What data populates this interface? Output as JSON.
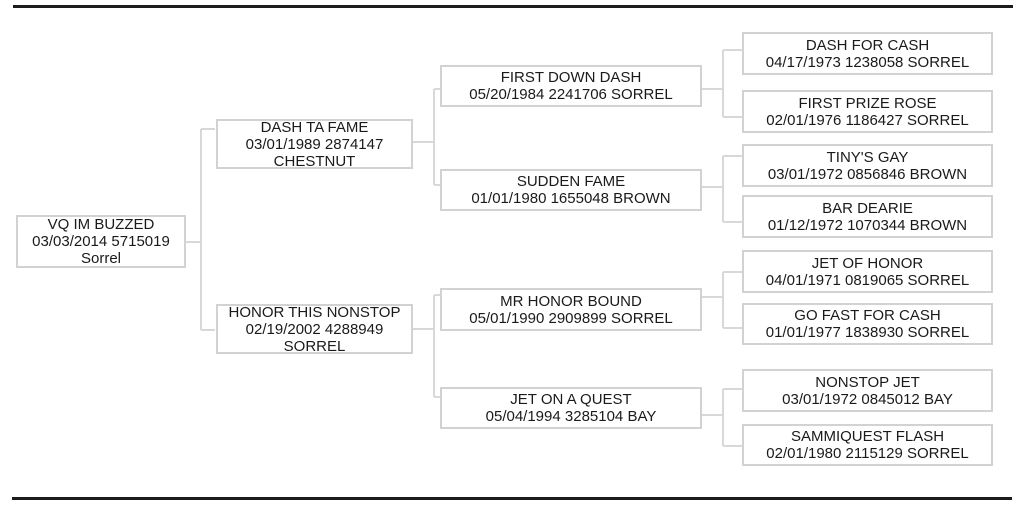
{
  "colors": {
    "text": "#1a1a1a",
    "box_border": "#d2d2d2",
    "connector_line": "#d8d8d8",
    "rule": "#1c1c1c"
  },
  "pedigree": {
    "subject": {
      "name": "VQ IM BUZZED",
      "reg": "03/03/2014 5715019",
      "color": "Sorrel"
    },
    "sire": {
      "name": "DASH TA FAME",
      "reg": "03/01/1989 2874147",
      "color": "CHESTNUT"
    },
    "dam": {
      "name": "HONOR THIS NONSTOP",
      "reg": "02/19/2002 4288949",
      "color": "SORREL"
    },
    "gen3": [
      {
        "name": "FIRST DOWN DASH",
        "info": "05/20/1984 2241706 SORREL"
      },
      {
        "name": "SUDDEN FAME",
        "info": "01/01/1980 1655048 BROWN"
      },
      {
        "name": "MR HONOR BOUND",
        "info": "05/01/1990 2909899 SORREL"
      },
      {
        "name": "JET ON A QUEST",
        "info": "05/04/1994 3285104 BAY"
      }
    ],
    "gen4": [
      {
        "name": "DASH FOR CASH",
        "info": "04/17/1973 1238058 SORREL"
      },
      {
        "name": "FIRST PRIZE ROSE",
        "info": "02/01/1976 1186427 SORREL"
      },
      {
        "name": "TINY'S GAY",
        "info": "03/01/1972 0856846 BROWN"
      },
      {
        "name": "BAR DEARIE",
        "info": "01/12/1972 1070344 BROWN"
      },
      {
        "name": "JET OF HONOR",
        "info": "04/01/1971 0819065 SORREL"
      },
      {
        "name": "GO FAST FOR CASH",
        "info": "01/01/1977 1838930 SORREL"
      },
      {
        "name": "NONSTOP JET",
        "info": "03/01/1972 0845012 BAY"
      },
      {
        "name": "SAMMIQUEST FLASH",
        "info": "02/01/1980 2115129 SORREL"
      }
    ]
  }
}
